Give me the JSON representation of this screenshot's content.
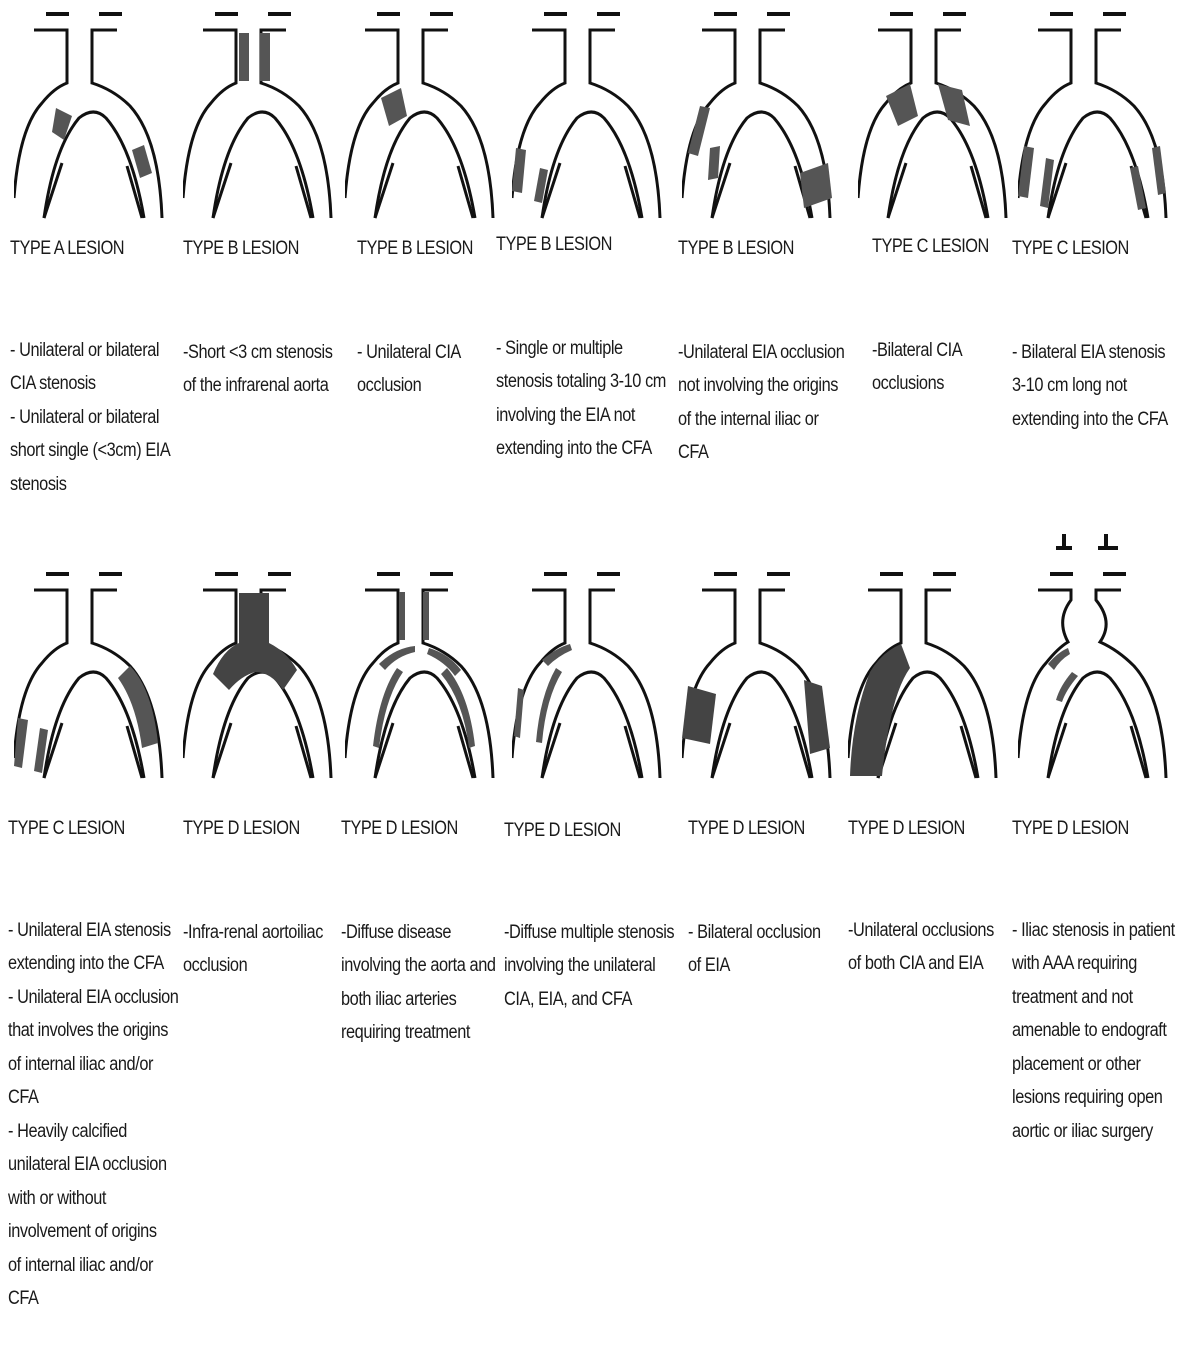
{
  "panels": [
    {
      "title": "TYPE A LESION",
      "lines": [
        "- Unilateral or bilateral",
        "CIA stenosis",
        "- Unilateral or bilateral",
        "short single (<3cm) EIA",
        "stenosis"
      ]
    },
    {
      "title": "TYPE B LESION",
      "lines": [
        "-Short <3 cm stenosis",
        "of the infrarenal aorta"
      ]
    },
    {
      "title": "TYPE B LESION",
      "lines": [
        "- Unilateral CIA",
        "occlusion"
      ]
    },
    {
      "title": "TYPE B LESION",
      "lines": [
        "- Single or multiple",
        "stenosis totaling 3-10 cm",
        "involving the EIA not",
        "extending into the CFA"
      ]
    },
    {
      "title": "TYPE B LESION",
      "lines": [
        "-Unilateral EIA occlusion",
        "not involving the origins",
        "of the internal iliac or",
        "CFA"
      ]
    },
    {
      "title": "TYPE C LESION",
      "lines": [
        "-Bilateral CIA",
        "occlusions"
      ]
    },
    {
      "title": "TYPE C LESION",
      "lines": [
        "- Bilateral EIA stenosis",
        "3-10 cm long not",
        "extending into the CFA"
      ]
    },
    {
      "title": "TYPE C LESION",
      "lines": [
        "- Unilateral EIA stenosis",
        "extending into the CFA",
        "- Unilateral EIA occlusion",
        "that involves the origins",
        "of internal iliac and/or",
        "CFA",
        "- Heavily calcified",
        "unilateral EIA occlusion",
        "with or without",
        "involvement of origins",
        "of internal iliac and/or",
        "CFA"
      ]
    },
    {
      "title": "TYPE D LESION",
      "lines": [
        "-Infra-renal aortoiliac",
        "occlusion"
      ]
    },
    {
      "title": "TYPE D LESION",
      "lines": [
        "-Diffuse disease",
        "involving the aorta and",
        "both iliac arteries",
        "requiring treatment"
      ]
    },
    {
      "title": "TYPE D LESION",
      "lines": [
        "-Diffuse multiple stenosis",
        "involving the unilateral",
        "CIA, EIA, and CFA"
      ]
    },
    {
      "title": "TYPE D LESION",
      "lines": [
        "- Bilateral occlusion",
        "of EIA"
      ]
    },
    {
      "title": "TYPE D LESION",
      "lines": [
        "-Unilateral occlusions",
        "of both CIA and EIA"
      ]
    },
    {
      "title": "TYPE D LESION",
      "lines": [
        "- Iliac stenosis in patient",
        "with AAA requiring",
        "treatment and not",
        "amenable to endograft",
        "placement or other",
        "lesions requiring open",
        "aortic or iliac surgery"
      ]
    }
  ],
  "colors": {
    "vessel": "#111111",
    "lesion": "#555555"
  }
}
